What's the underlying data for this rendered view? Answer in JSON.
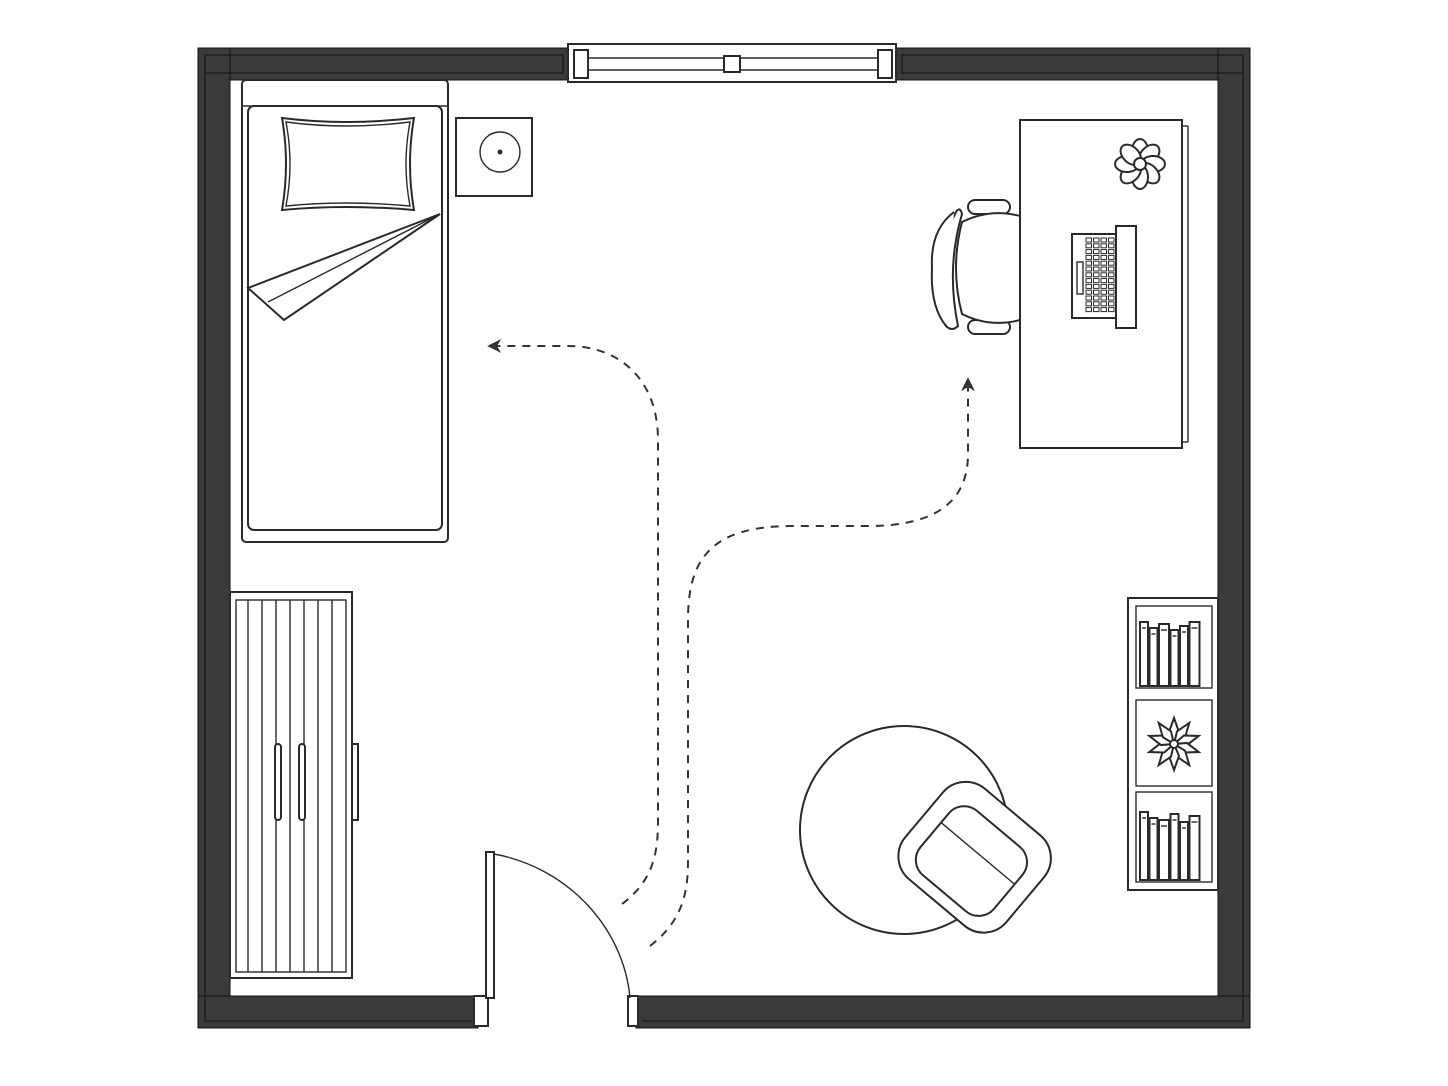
{
  "diagram": {
    "type": "floor-plan",
    "view": "top-down",
    "rooms": [
      {
        "name": "bedroom",
        "walls": {
          "color": "#3a3a3a"
        },
        "openings": [
          {
            "kind": "window",
            "wall": "top"
          },
          {
            "kind": "door",
            "wall": "bottom",
            "swing": "inward"
          }
        ],
        "furniture": [
          {
            "id": "bed",
            "kind": "single-bed",
            "position": "top-left"
          },
          {
            "id": "nightstand",
            "kind": "nightstand-with-lamp",
            "position": "top-left"
          },
          {
            "id": "desk",
            "kind": "desk",
            "position": "top-right"
          },
          {
            "id": "desk-chair",
            "kind": "office-chair",
            "position": "top-right"
          },
          {
            "id": "laptop",
            "kind": "laptop",
            "position": "on-desk"
          },
          {
            "id": "desk-plant",
            "kind": "plant",
            "position": "on-desk"
          },
          {
            "id": "wardrobe",
            "kind": "wardrobe",
            "position": "bottom-left"
          },
          {
            "id": "shelf",
            "kind": "bookshelf",
            "position": "right-wall"
          },
          {
            "id": "rug",
            "kind": "round-rug",
            "position": "bottom-right"
          },
          {
            "id": "armchair",
            "kind": "armchair",
            "position": "bottom-right"
          }
        ],
        "circulation": [
          {
            "from": "door",
            "to": "bed",
            "style": "dashed-arrow"
          },
          {
            "from": "door",
            "to": "desk",
            "style": "dashed-arrow"
          }
        ]
      }
    ],
    "labels": []
  }
}
